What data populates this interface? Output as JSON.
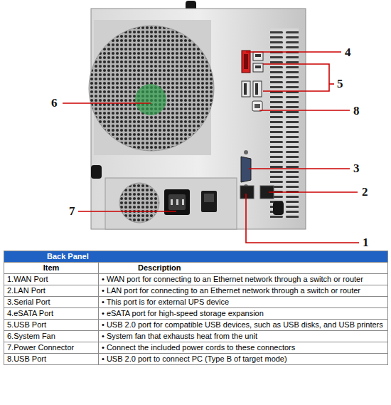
{
  "diagram": {
    "title": "Back Panel",
    "labels": [
      "4",
      "5",
      "6",
      "8",
      "3",
      "2",
      "7",
      "1",
      "Item",
      "Description",
      "1.WAN Port",
      "• WAN port for connecting to an Ethernet network through a switch or router",
      "2.LAN Port",
      "• LAN port for connecting to an Ethernet network through a switch or router",
      "3.Serial Port",
      "• This port is for external UPS device",
      "4.eSATA Port",
      "• eSATA port for high-speed storage expansion",
      "5.USB Port",
      "• USB 2.0 port for compatible USB devices, such as USB disks, and USB printers",
      "6.System Fan",
      "• System fan that exhausts heat from the unit",
      "7.Power Connector",
      "• Connect the included power cords to these connectors",
      "8.USB Port",
      "• USB 2.0 port to connect PC (Type B of target mode)"
    ]
  }
}
